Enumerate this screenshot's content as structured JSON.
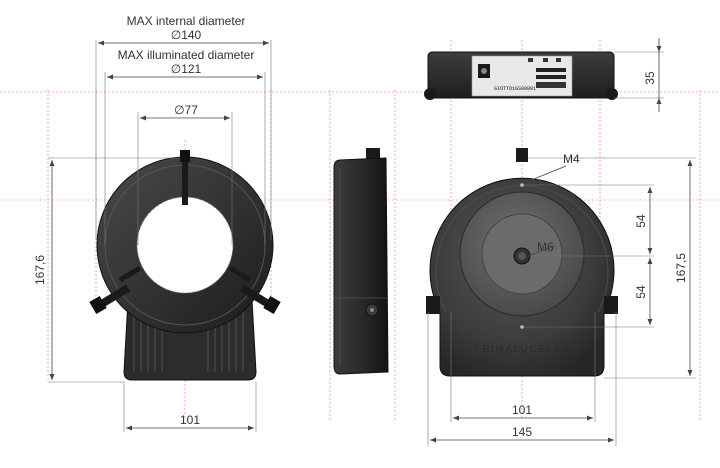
{
  "labels": {
    "max_internal_diameter": "MAX internal diameter",
    "dia_140": "∅140",
    "max_illuminated_diameter": "MAX illuminated diameter",
    "dia_121": "∅121",
    "dia_77": "∅77",
    "height_left": "167,6",
    "width_left": "101",
    "thread_m4": "M4",
    "thread_m6": "M6",
    "dim_54_top": "54",
    "dim_54_bottom": "54",
    "height_right": "167,5",
    "width_right_inner": "101",
    "width_right_outer": "145",
    "depth_top": "35",
    "brand": "PRIMALUCELAB",
    "model": "GIOTTO",
    "serial": "GIOTTO1GS00001"
  },
  "colors": {
    "body": "#2f2f2f",
    "body_dark": "#1a1a1a",
    "centerline": "#ff6b6b"
  }
}
